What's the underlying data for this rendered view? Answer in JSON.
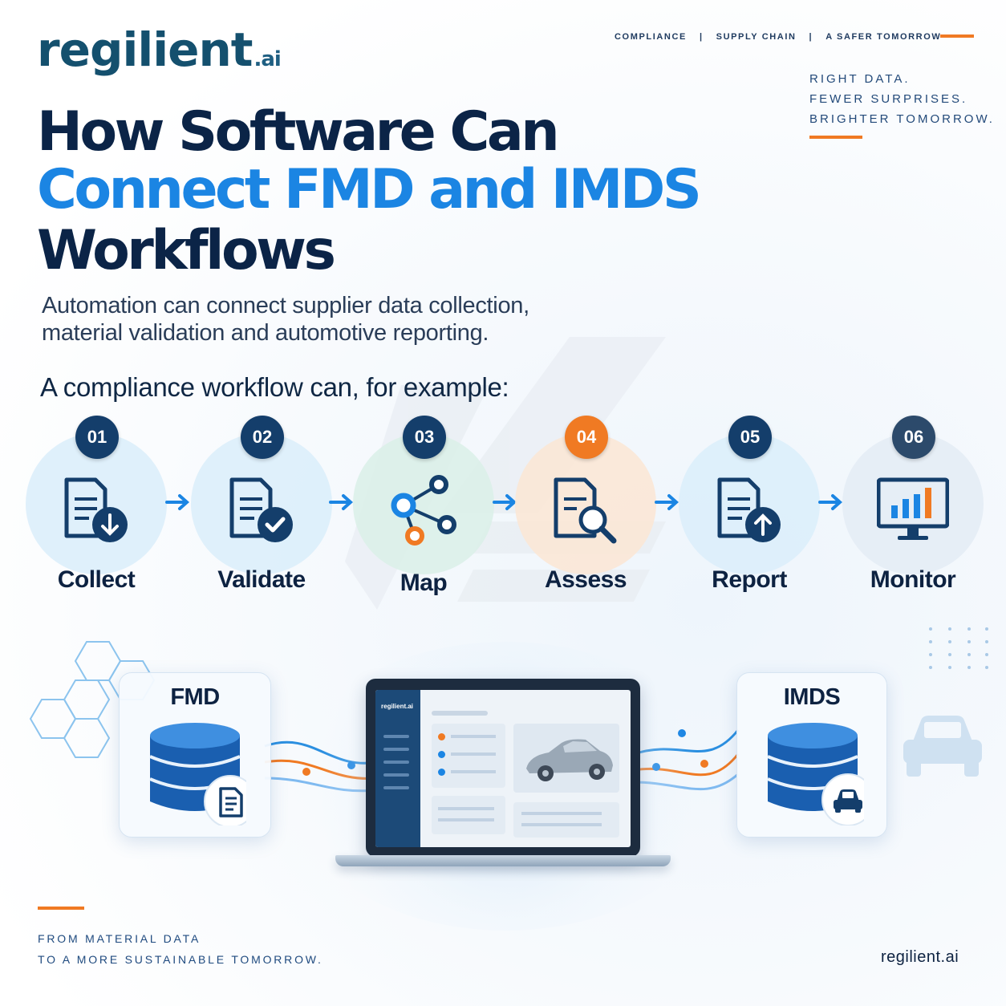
{
  "brand": {
    "name_main": "regilient",
    "name_suffix": ".ai"
  },
  "topnav": {
    "items": [
      "COMPLIANCE",
      "SUPPLY CHAIN",
      "A SAFER TOMORROW"
    ],
    "separator": "|"
  },
  "tagline": [
    "RIGHT DATA.",
    "FEWER SURPRISES.",
    "BRIGHTER TOMORROW."
  ],
  "headline": {
    "line1": "How Software Can",
    "line2": "Connect FMD and IMDS",
    "line3": "Workflows"
  },
  "subtitle": {
    "line1": "Automation can connect supplier data collection,",
    "line2": "material validation and automotive reporting."
  },
  "example_label": "A compliance workflow can, for example:",
  "steps": [
    {
      "num": "01",
      "label": "Collect",
      "icon": "document-download-icon"
    },
    {
      "num": "02",
      "label": "Validate",
      "icon": "document-check-icon"
    },
    {
      "num": "03",
      "label": "Map",
      "icon": "network-nodes-icon"
    },
    {
      "num": "04",
      "label": "Assess",
      "icon": "document-search-icon"
    },
    {
      "num": "05",
      "label": "Report",
      "icon": "document-upload-icon"
    },
    {
      "num": "06",
      "label": "Monitor",
      "icon": "bar-chart-monitor-icon"
    }
  ],
  "left_card": {
    "title": "FMD",
    "icon": "database-document-icon"
  },
  "right_card": {
    "title": "IMDS",
    "icon": "database-car-icon"
  },
  "laptop": {
    "logo": "regilient.ai",
    "image": "car-illustration"
  },
  "footer": {
    "line1": "FROM MATERIAL DATA",
    "line2": "TO A MORE SUSTAINABLE TOMORROW.",
    "brand": "regilient.ai"
  },
  "colors": {
    "navy": "#0b2447",
    "blue": "#1b85e3",
    "orange": "#f07a23",
    "step_circle": "#dbeefb"
  }
}
